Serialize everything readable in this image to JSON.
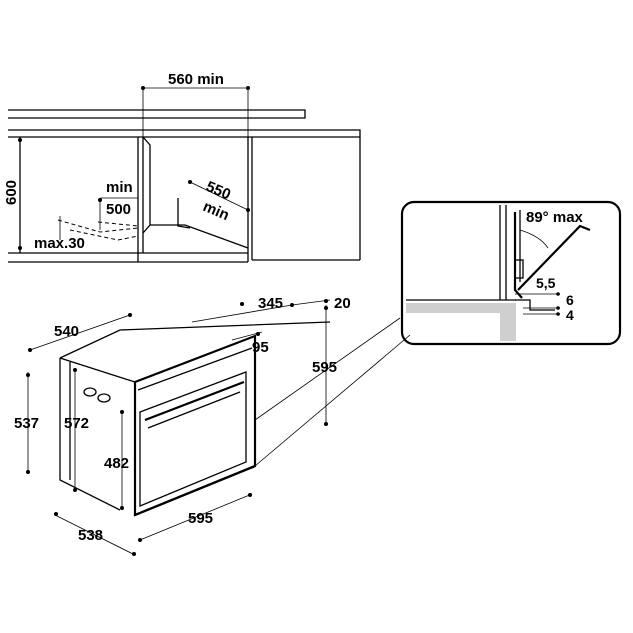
{
  "niche": {
    "width_min": "560 min",
    "height": "600",
    "depth_1": "550",
    "depth_2": "min",
    "vent_1": "min",
    "vent_2": "500",
    "floor_gap": "max.30"
  },
  "oven": {
    "depth_total": "540",
    "depth_body": "345",
    "front_offset": "20",
    "top_offset": "95",
    "height_front": "595",
    "height_side_1": "537",
    "height_side_2": "572",
    "cavity_height": "482",
    "width": "595",
    "depth_bottom": "538"
  },
  "detail": {
    "angle": "89° max",
    "dim_a": "5,5",
    "dim_b": "6",
    "dim_c": "4"
  }
}
